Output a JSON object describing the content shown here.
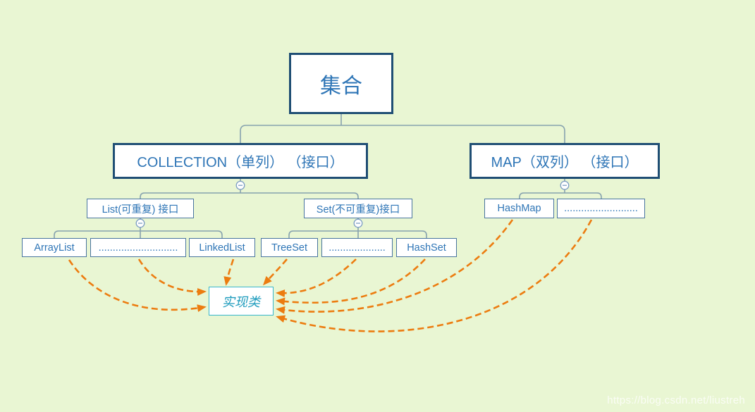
{
  "diagram": {
    "title_hint": "Java collections framework mind map",
    "nodes": {
      "root": {
        "label": "集合"
      },
      "collection": {
        "label": "COLLECTION（单列） （接口）"
      },
      "map": {
        "label": "MAP（双列） （接口）"
      },
      "list": {
        "label": "List(可重复) 接口"
      },
      "set": {
        "label": "Set(不可重复)接口"
      },
      "hashmap": {
        "label": "HashMap"
      },
      "map_dots": {
        "label": ".........................."
      },
      "arraylist": {
        "label": "ArrayList"
      },
      "list_dots": {
        "label": "............................"
      },
      "linkedlist": {
        "label": "LinkedList"
      },
      "treeset": {
        "label": "TreeSet"
      },
      "set_dots": {
        "label": "...................."
      },
      "hashset": {
        "label": "HashSet"
      },
      "impl": {
        "label": "实现类"
      }
    },
    "tree_edges": [
      {
        "from": "root",
        "to": "collection"
      },
      {
        "from": "root",
        "to": "map"
      },
      {
        "from": "collection",
        "to": "list"
      },
      {
        "from": "collection",
        "to": "set"
      },
      {
        "from": "map",
        "to": "hashmap"
      },
      {
        "from": "map",
        "to": "map_dots"
      },
      {
        "from": "list",
        "to": "arraylist"
      },
      {
        "from": "list",
        "to": "list_dots"
      },
      {
        "from": "list",
        "to": "linkedlist"
      },
      {
        "from": "set",
        "to": "treeset"
      },
      {
        "from": "set",
        "to": "set_dots"
      },
      {
        "from": "set",
        "to": "hashset"
      }
    ],
    "dependency_arrows": [
      {
        "from": "arraylist",
        "to": "impl"
      },
      {
        "from": "list_dots",
        "to": "impl"
      },
      {
        "from": "linkedlist",
        "to": "impl"
      },
      {
        "from": "treeset",
        "to": "impl"
      },
      {
        "from": "set_dots",
        "to": "impl"
      },
      {
        "from": "hashset",
        "to": "impl"
      },
      {
        "from": "hashmap",
        "to": "impl"
      },
      {
        "from": "map_dots",
        "to": "impl"
      }
    ],
    "colors": {
      "background": "#e9f6d3",
      "big_box_border": "#1f4e74",
      "small_box_border": "#48749e",
      "box_text": "#2e75b6",
      "impl_border": "#35b6cd",
      "impl_text": "#1f9cbd",
      "connector": "#86a2ae",
      "toggle": "#7d9ec4",
      "arrow": "#ec7c10"
    }
  },
  "watermark": {
    "text": "https://blog.csdn.net/liustreh"
  }
}
